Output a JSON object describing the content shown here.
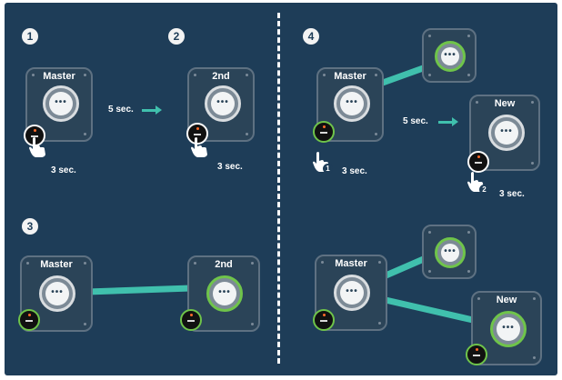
{
  "steps": {
    "s1": "1",
    "s2": "2",
    "s3": "3",
    "s4": "4"
  },
  "labels": {
    "master": "Master",
    "second": "2nd",
    "new": "New",
    "five_sec": "5 sec.",
    "three_sec": "3 sec."
  },
  "sub_steps": {
    "a": "1",
    "b": "2"
  },
  "colors": {
    "background": "#1e3d58",
    "link": "#40c0ad",
    "active_ring": "#6fc44a"
  }
}
